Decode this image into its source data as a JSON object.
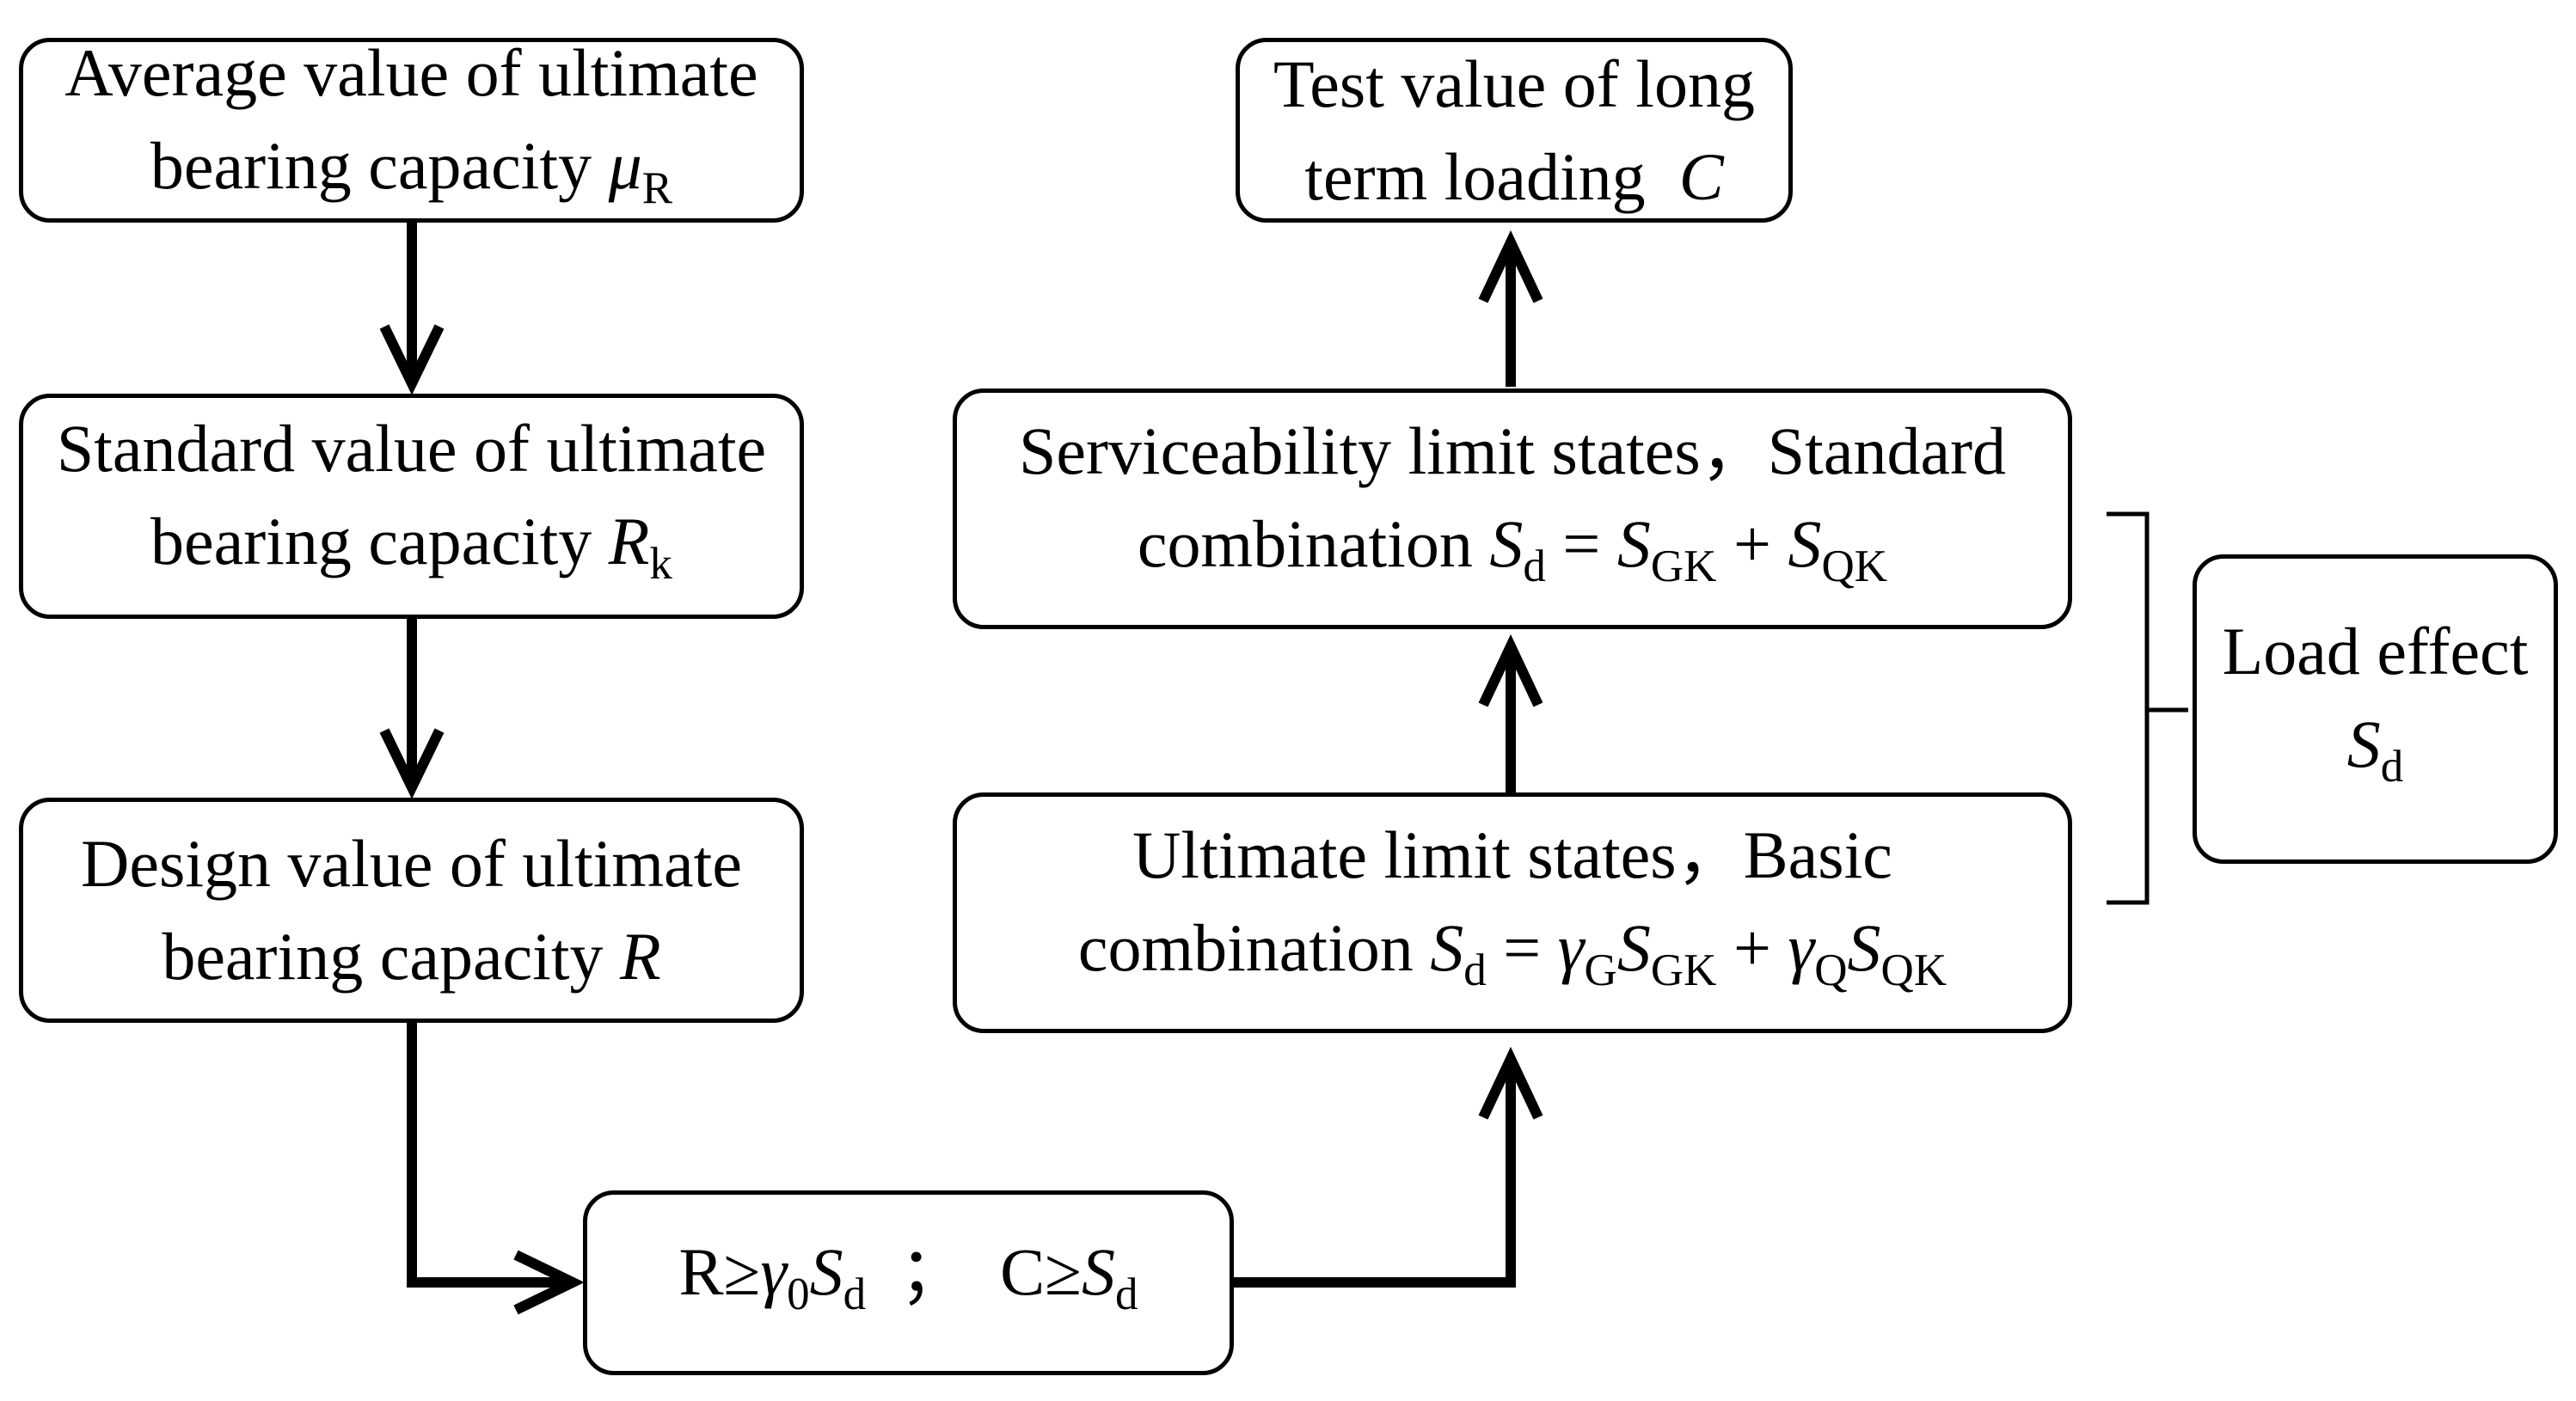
{
  "boxes": {
    "avg": {
      "line1": "Average value of ultimate",
      "line2_text": "bearing capacity ",
      "line2_sym": "μ",
      "line2_sub": "R"
    },
    "std": {
      "line1": "Standard value of ultimate",
      "line2_text": "bearing capacity ",
      "line2_sym": "R",
      "line2_sub": "k"
    },
    "design": {
      "line1": "Design value of ultimate",
      "line2_text": "bearing capacity ",
      "line2_sym": "R"
    },
    "test": {
      "line1": "Test value of long",
      "line2_text": "term loading  ",
      "line2_sym": "C"
    },
    "sls": {
      "line1": "Serviceability limit states，Standard",
      "line2_text": "combination ",
      "S": "S",
      "d": "d",
      "eq": " = ",
      "GK": "GK",
      "plus": " + ",
      "QK": "QK"
    },
    "uls": {
      "line1": "Ultimate limit states，Basic",
      "line2_text": "combination ",
      "S": "S",
      "d": "d",
      "eq": " = ",
      "gamma": "γ",
      "G": "G",
      "GK": "GK",
      "plus": " + ",
      "Q": "Q",
      "QK": "QK"
    },
    "check": {
      "R": "R",
      "ge1": "≥",
      "gamma": "γ",
      "zero": "0",
      "S": "S",
      "d": "d",
      "sep": "  ；  ",
      "C": "C",
      "ge2": "≥"
    },
    "load": {
      "line1": "Load effect",
      "sym": "S",
      "sub": "d"
    }
  }
}
